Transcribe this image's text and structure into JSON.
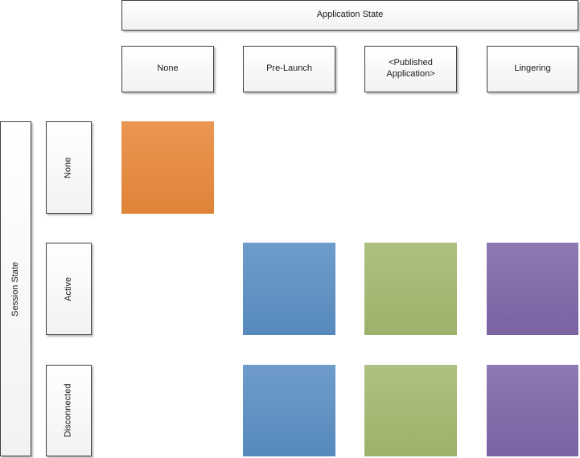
{
  "headers": {
    "application_state": "Application State",
    "session_state": "Session State"
  },
  "columns": [
    {
      "label": "None"
    },
    {
      "label": "Pre-Launch"
    },
    {
      "label": "<Published\nApplication>"
    },
    {
      "label": "Lingering"
    }
  ],
  "rows": [
    {
      "label": "None"
    },
    {
      "label": "Active"
    },
    {
      "label": "Disconnected"
    }
  ],
  "colors": {
    "orange": "#e8883a",
    "blue": "#5b8fc4",
    "green": "#a3b96f",
    "purple": "#8066a8"
  },
  "matrix": [
    [
      "orange",
      null,
      null,
      null
    ],
    [
      null,
      "blue",
      "green",
      "purple"
    ],
    [
      null,
      "blue",
      "green",
      "purple"
    ]
  ]
}
